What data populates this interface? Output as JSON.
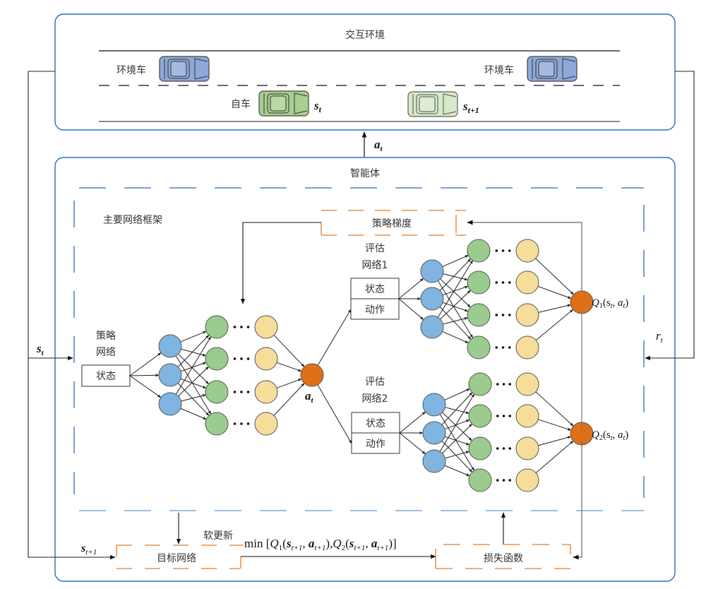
{
  "environment": {
    "title": "交互环境",
    "env_car_left_label": "环境车",
    "env_car_right_label": "环境车",
    "ego_car_label": "自车",
    "state_current": "s",
    "state_current_sub": "t",
    "state_next": "s",
    "state_next_sub": "t+1"
  },
  "action_to_env": {
    "symbol": "a",
    "sub": "t"
  },
  "agent": {
    "title": "智能体",
    "main_frame_label": "主要网络框架",
    "policy_gradient_label": "策略梯度",
    "policy_network": {
      "title_line1": "策略",
      "title_line2": "网络",
      "input_label": "状态",
      "output_symbol": "a",
      "output_sub": "t"
    },
    "critic1": {
      "title_line1": "评估",
      "title_line2": "网络1",
      "input_state": "状态",
      "input_action": "动作",
      "output_label": "Q",
      "output_index": "1",
      "output_args": "(s",
      "output_args_sub": "t",
      "output_args_mid": ", a",
      "output_args_sub2": "t",
      "output_args_end": ")"
    },
    "critic2": {
      "title_line1": "评估",
      "title_line2": "网络2",
      "input_state": "状态",
      "input_action": "动作",
      "output_label": "Q",
      "output_index": "2",
      "output_args": "(s",
      "output_args_sub": "t",
      "output_args_mid": ", a",
      "output_args_sub2": "t",
      "output_args_end": ")"
    },
    "target_network_label": "目标网络",
    "soft_update_label": "软更新",
    "min_expression": "min [Q₁(s",
    "loss_function_label": "损失函数"
  },
  "signals": {
    "state_in": {
      "symbol": "s",
      "sub": "t"
    },
    "next_state_in": {
      "symbol": "s",
      "sub": "t+1"
    },
    "reward": {
      "symbol": "r",
      "sub": "t"
    }
  },
  "min_expr_parts": {
    "prefix": "min [",
    "q1": "Q",
    "q1_idx": "1",
    "open1": "(",
    "s1": "s",
    "s1_sub": "t+1",
    "comma1": ", ",
    "a1": "a",
    "a1_sub": "t+1",
    "close1": "),",
    "q2": "Q",
    "q2_idx": "2",
    "open2": "(",
    "s2": "s",
    "s2_sub": "t+1",
    "comma2": ", ",
    "a2": "a",
    "a2_sub": "t+1",
    "close2": ")]"
  },
  "colors": {
    "frame_blue": "#2a6ebb",
    "dash_blue": "#2a6ebb",
    "dash_orange": "#e07a2a",
    "node_blue": "#7fb5e0",
    "node_green": "#99cc8e",
    "node_yellow": "#f7dd9a",
    "node_orange": "#e07018",
    "car_blue": "#8ea9d8",
    "car_green": "#a8cf8e",
    "car_green_ghost": "#cfe6bf"
  }
}
